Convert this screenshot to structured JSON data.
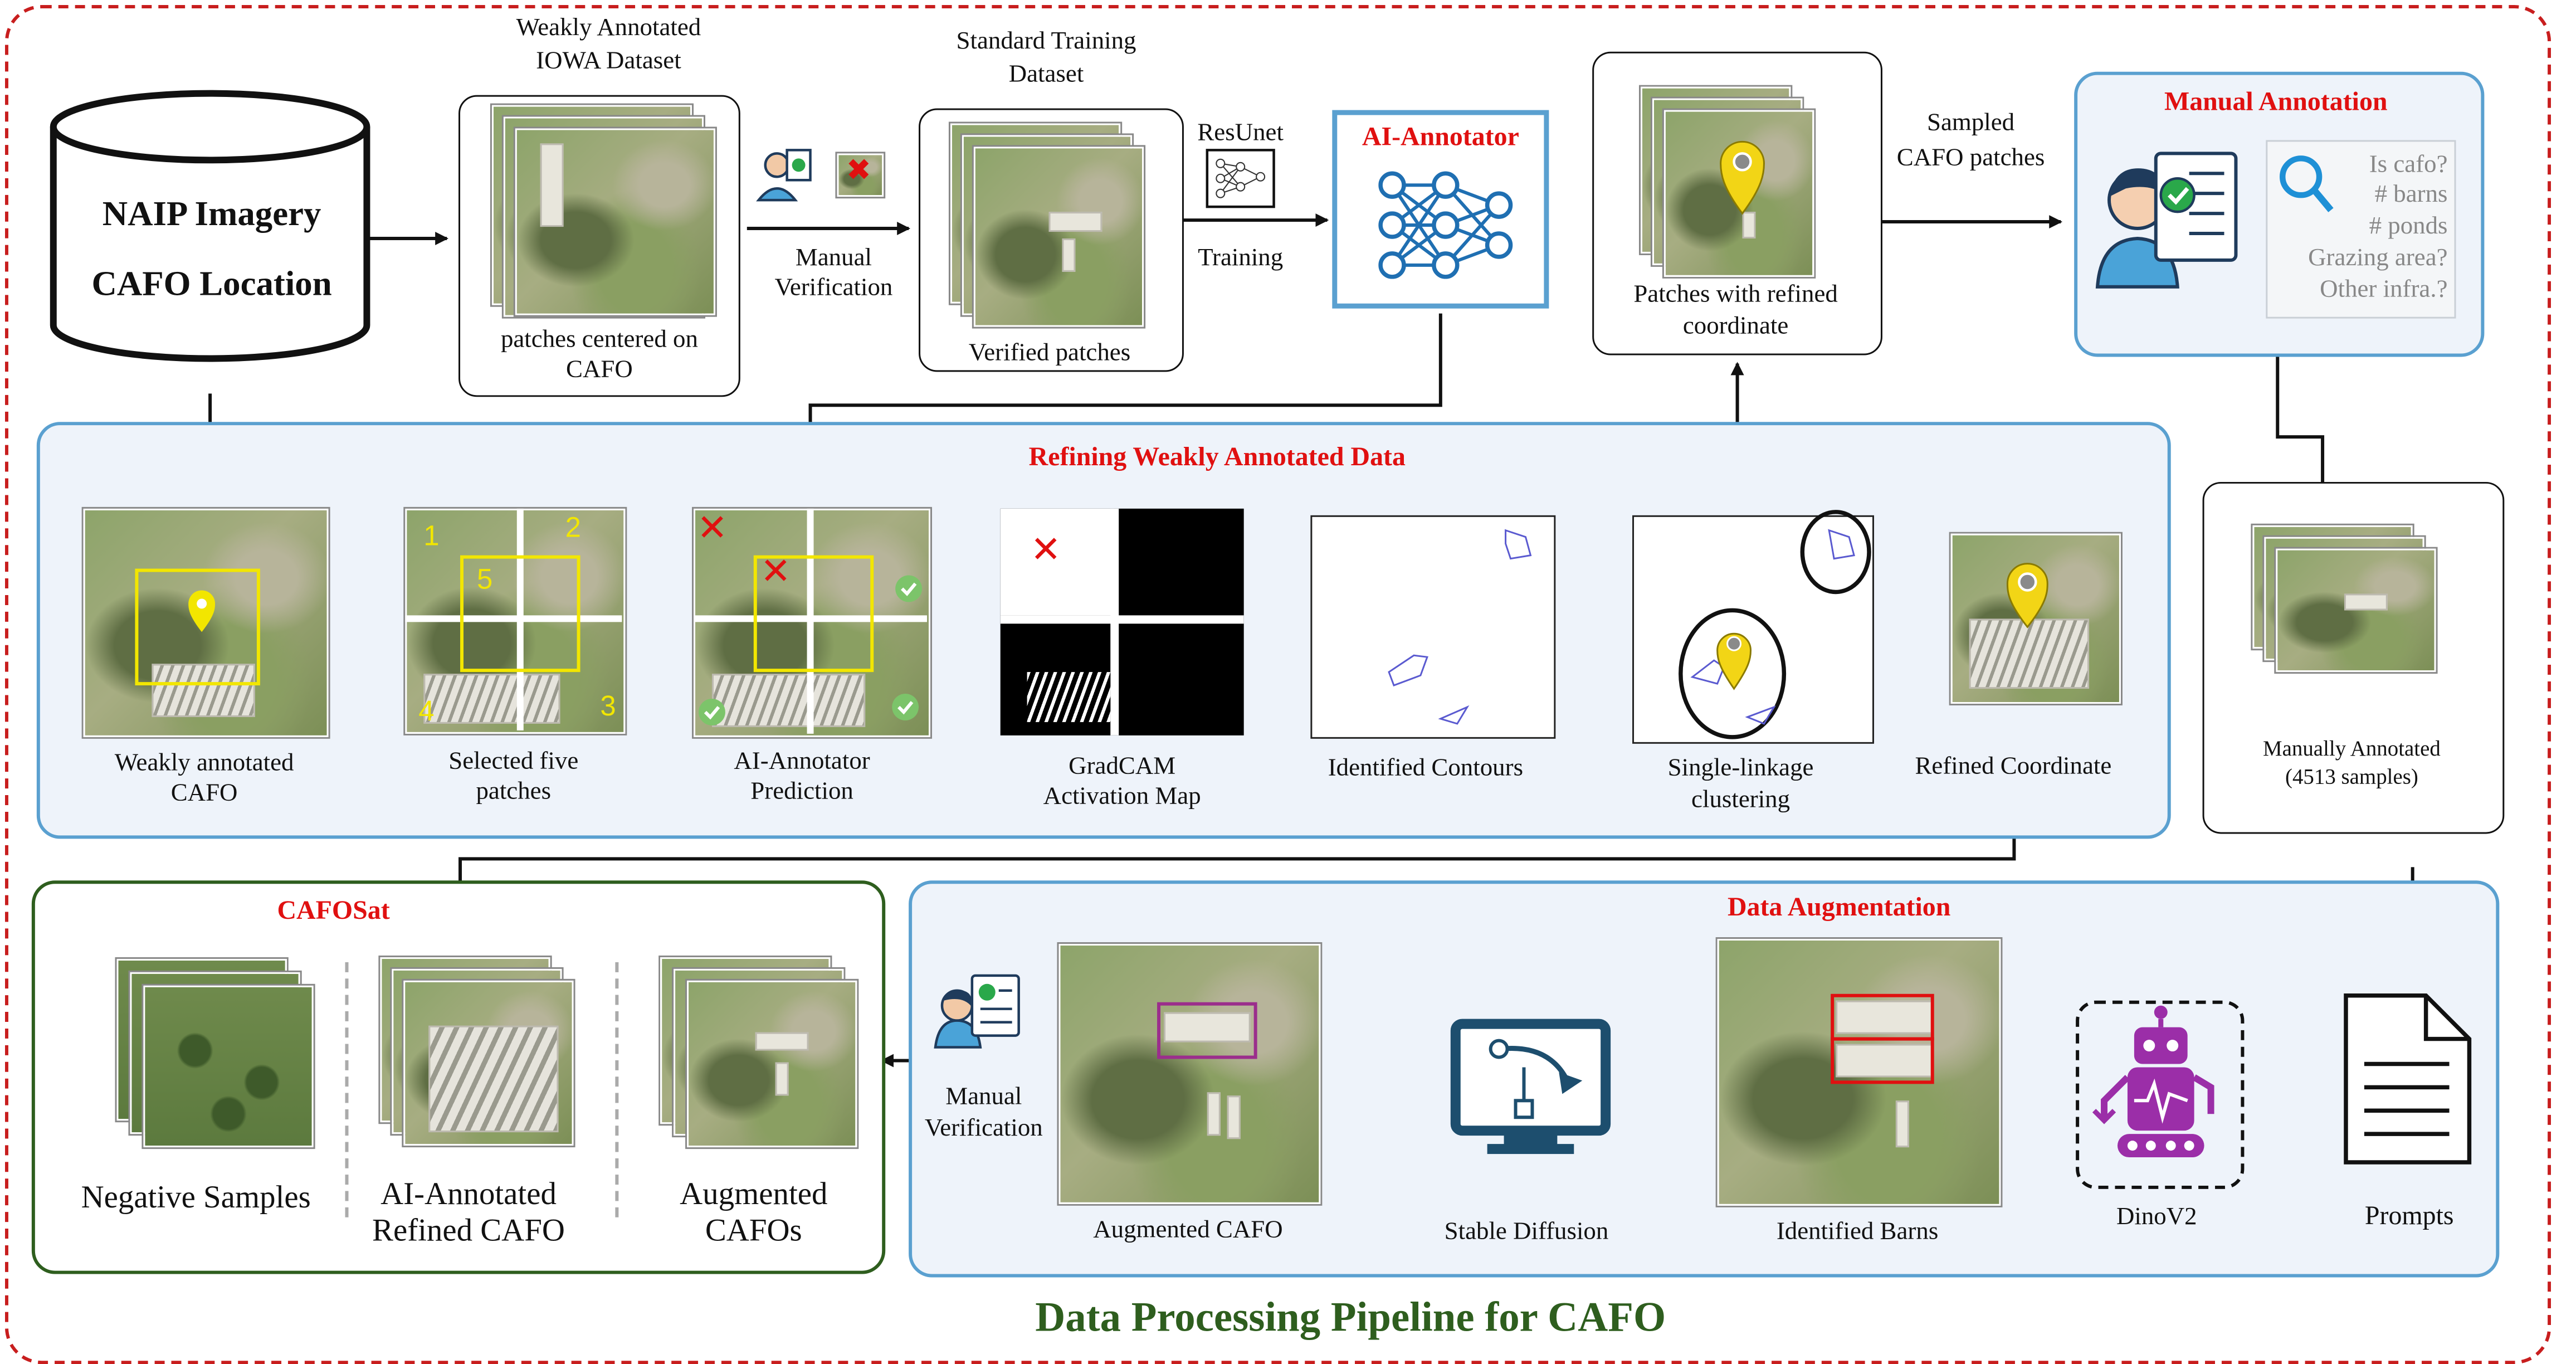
{
  "title": "Data Processing Pipeline for CAFO",
  "source": {
    "line1": "NAIP Imagery",
    "line2": "CAFO Location"
  },
  "weak_dataset": {
    "title_line1": "Weakly Annotated",
    "title_line2": "IOWA Dataset",
    "caption_line1": "patches centered on",
    "caption_line2": "CAFO"
  },
  "manual_verification_top": {
    "line1": "Manual",
    "line2": "Verification"
  },
  "standard_dataset": {
    "title_line1": "Standard Training",
    "title_line2": "Dataset",
    "caption": "Verified patches"
  },
  "training": {
    "model": "ResUnet",
    "label": "Training"
  },
  "ai_annotator": {
    "title": "AI-Annotator"
  },
  "refined_patches": {
    "caption_line1": "Patches with refined",
    "caption_line2": "coordinate"
  },
  "sampled": {
    "line1": "Sampled",
    "line2": "CAFO patches"
  },
  "manual_annotation": {
    "title": "Manual Annotation",
    "questions": [
      "Is cafo?",
      "# barns",
      "# ponds",
      "Grazing area?",
      "Other infra.?"
    ]
  },
  "manually_annotated": {
    "line1": "Manually Annotated",
    "line2": "(4513 samples)"
  },
  "refining": {
    "title": "Refining Weakly Annotated Data",
    "steps": [
      {
        "line1": "Weakly annotated",
        "line2": "CAFO"
      },
      {
        "line1": "Selected five",
        "line2": "patches"
      },
      {
        "line1": "AI-Annotator",
        "line2": "Prediction"
      },
      {
        "line1": "GradCAM",
        "line2": "Activation Map"
      },
      {
        "line1": "Identified Contours",
        "line2": ""
      },
      {
        "line1": "Single-linkage",
        "line2": "clustering"
      },
      {
        "line1": "Refined Coordinate",
        "line2": ""
      }
    ],
    "patch_numbers": [
      "1",
      "2",
      "5",
      "4",
      "3"
    ]
  },
  "cafosat": {
    "title": "CAFOSat",
    "items": [
      {
        "line1": "Negative Samples",
        "line2": ""
      },
      {
        "line1": "AI-Annotated",
        "line2": "Refined CAFO"
      },
      {
        "line1": "Augmented",
        "line2": "CAFOs"
      }
    ]
  },
  "augmentation": {
    "title": "Data Augmentation",
    "verification": {
      "line1": "Manual",
      "line2": "Verification"
    },
    "steps": [
      "Augmented CAFO",
      "Stable Diffusion",
      "Identified Barns",
      "DinoV2",
      "Prompts"
    ]
  },
  "colors": {
    "accent_red": "#e01010",
    "title_green": "#2e5e1e",
    "panel_border_blue": "#5aa0d0",
    "panel_fill": "#eef3fa",
    "frame_red": "#c81e1e",
    "cafosat_border": "#2e5e1e",
    "pin_yellow": "#f2d516",
    "network_blue": "#1f6fb2",
    "robot_purple": "#9b2ea8"
  },
  "icons": [
    "database-icon",
    "reviewer-icon",
    "reject-x-icon",
    "neural-network-icon",
    "map-pin-icon",
    "magnifier-icon",
    "checklist-icon",
    "monitor-curve-icon",
    "robot-icon",
    "document-icon",
    "check-icon"
  ]
}
